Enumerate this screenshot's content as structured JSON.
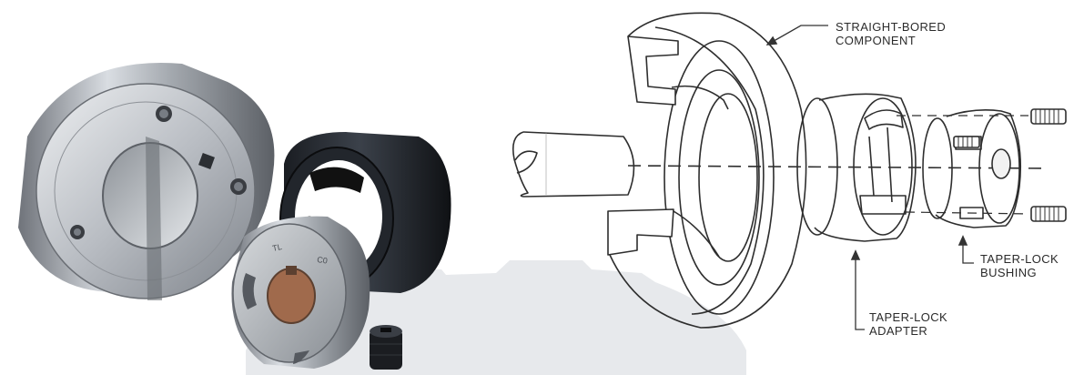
{
  "labels": {
    "straight_bored": {
      "line1": "STRAIGHT-BORED",
      "line2": "COMPONENT"
    },
    "taper_lock_adapter": {
      "line1": "TAPER-LOCK",
      "line2": "ADAPTER"
    },
    "taper_lock_bushing": {
      "line1": "TAPER-LOCK",
      "line2": "BUSHING"
    }
  },
  "photo": {
    "adapter_face_marking": "TL",
    "bushing_face_marking": "C0"
  }
}
